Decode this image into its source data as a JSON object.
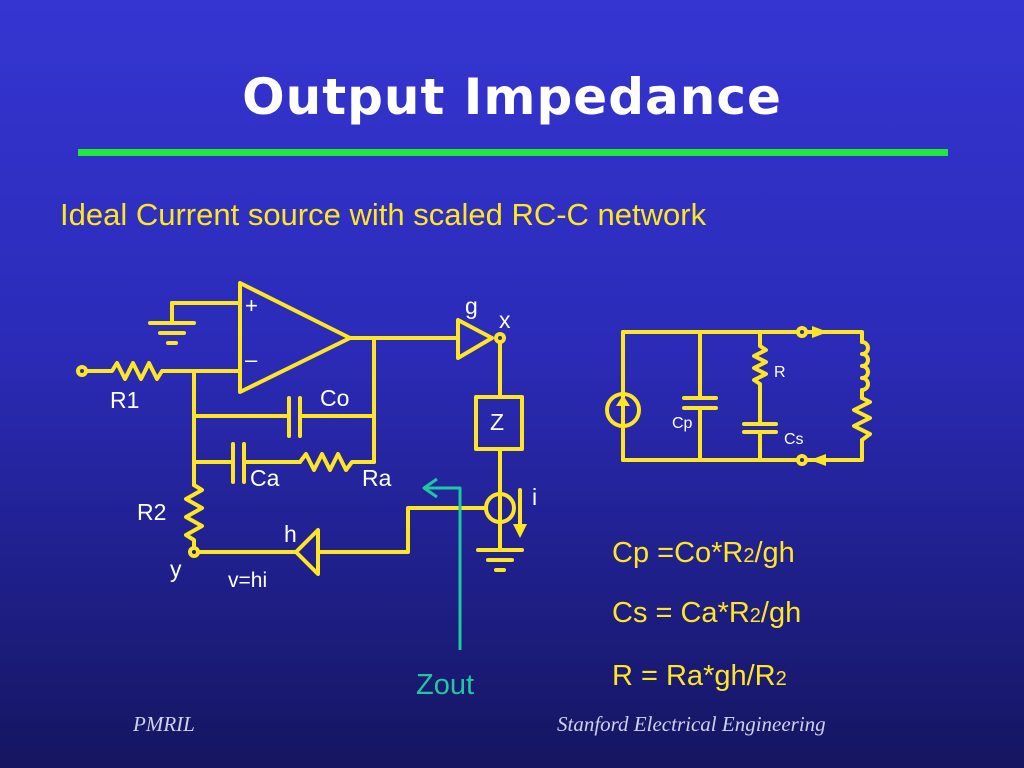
{
  "slide": {
    "title": "Output Impedance",
    "subtitle": "Ideal Current source with scaled RC-C network"
  },
  "circuit_labels": {
    "g": "g",
    "x": "x",
    "r1": "R1",
    "co": "Co",
    "z": "Z",
    "i": "i",
    "ca": "Ca",
    "ra": "Ra",
    "r2": "R2",
    "h": "h",
    "y": "y",
    "v_eq": "v=hi",
    "zout": "Zout",
    "r": "R",
    "cp": "Cp",
    "cs": "Cs",
    "plus": "+",
    "minus": "–"
  },
  "equations": {
    "cp": {
      "main": "Cp =Co*R",
      "sub": "2",
      "tail": "/gh"
    },
    "cs": {
      "main": "Cs = Ca*R",
      "sub": "2",
      "tail": "/gh"
    },
    "r": {
      "main": "R = Ra*gh/R",
      "sub": "2"
    }
  },
  "footer": {
    "left": "PMRIL",
    "right": "Stanford Electrical Engineering"
  },
  "colors": {
    "wire": "#ffe622",
    "arrow": "#1fc8a0",
    "rule": "#22e83a",
    "title": "#ffffff",
    "label": "#ffffff"
  }
}
